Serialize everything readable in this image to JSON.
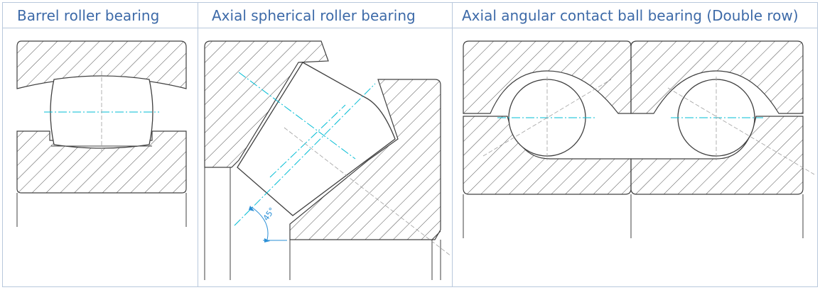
{
  "panels": [
    {
      "title": "Barrel roller bearing"
    },
    {
      "title": "Axial spherical roller bearing"
    },
    {
      "title": "Axial angular contact ball bearing (Double row)"
    }
  ],
  "annotations": {
    "contact_angle": "45°"
  },
  "colors": {
    "title_text": "#3d6aa8",
    "outline": "#404040",
    "hatch": "#505050",
    "centerline": "#00bcd4",
    "dimension": "#2a8fd6",
    "frame": "#b8c8dc"
  }
}
